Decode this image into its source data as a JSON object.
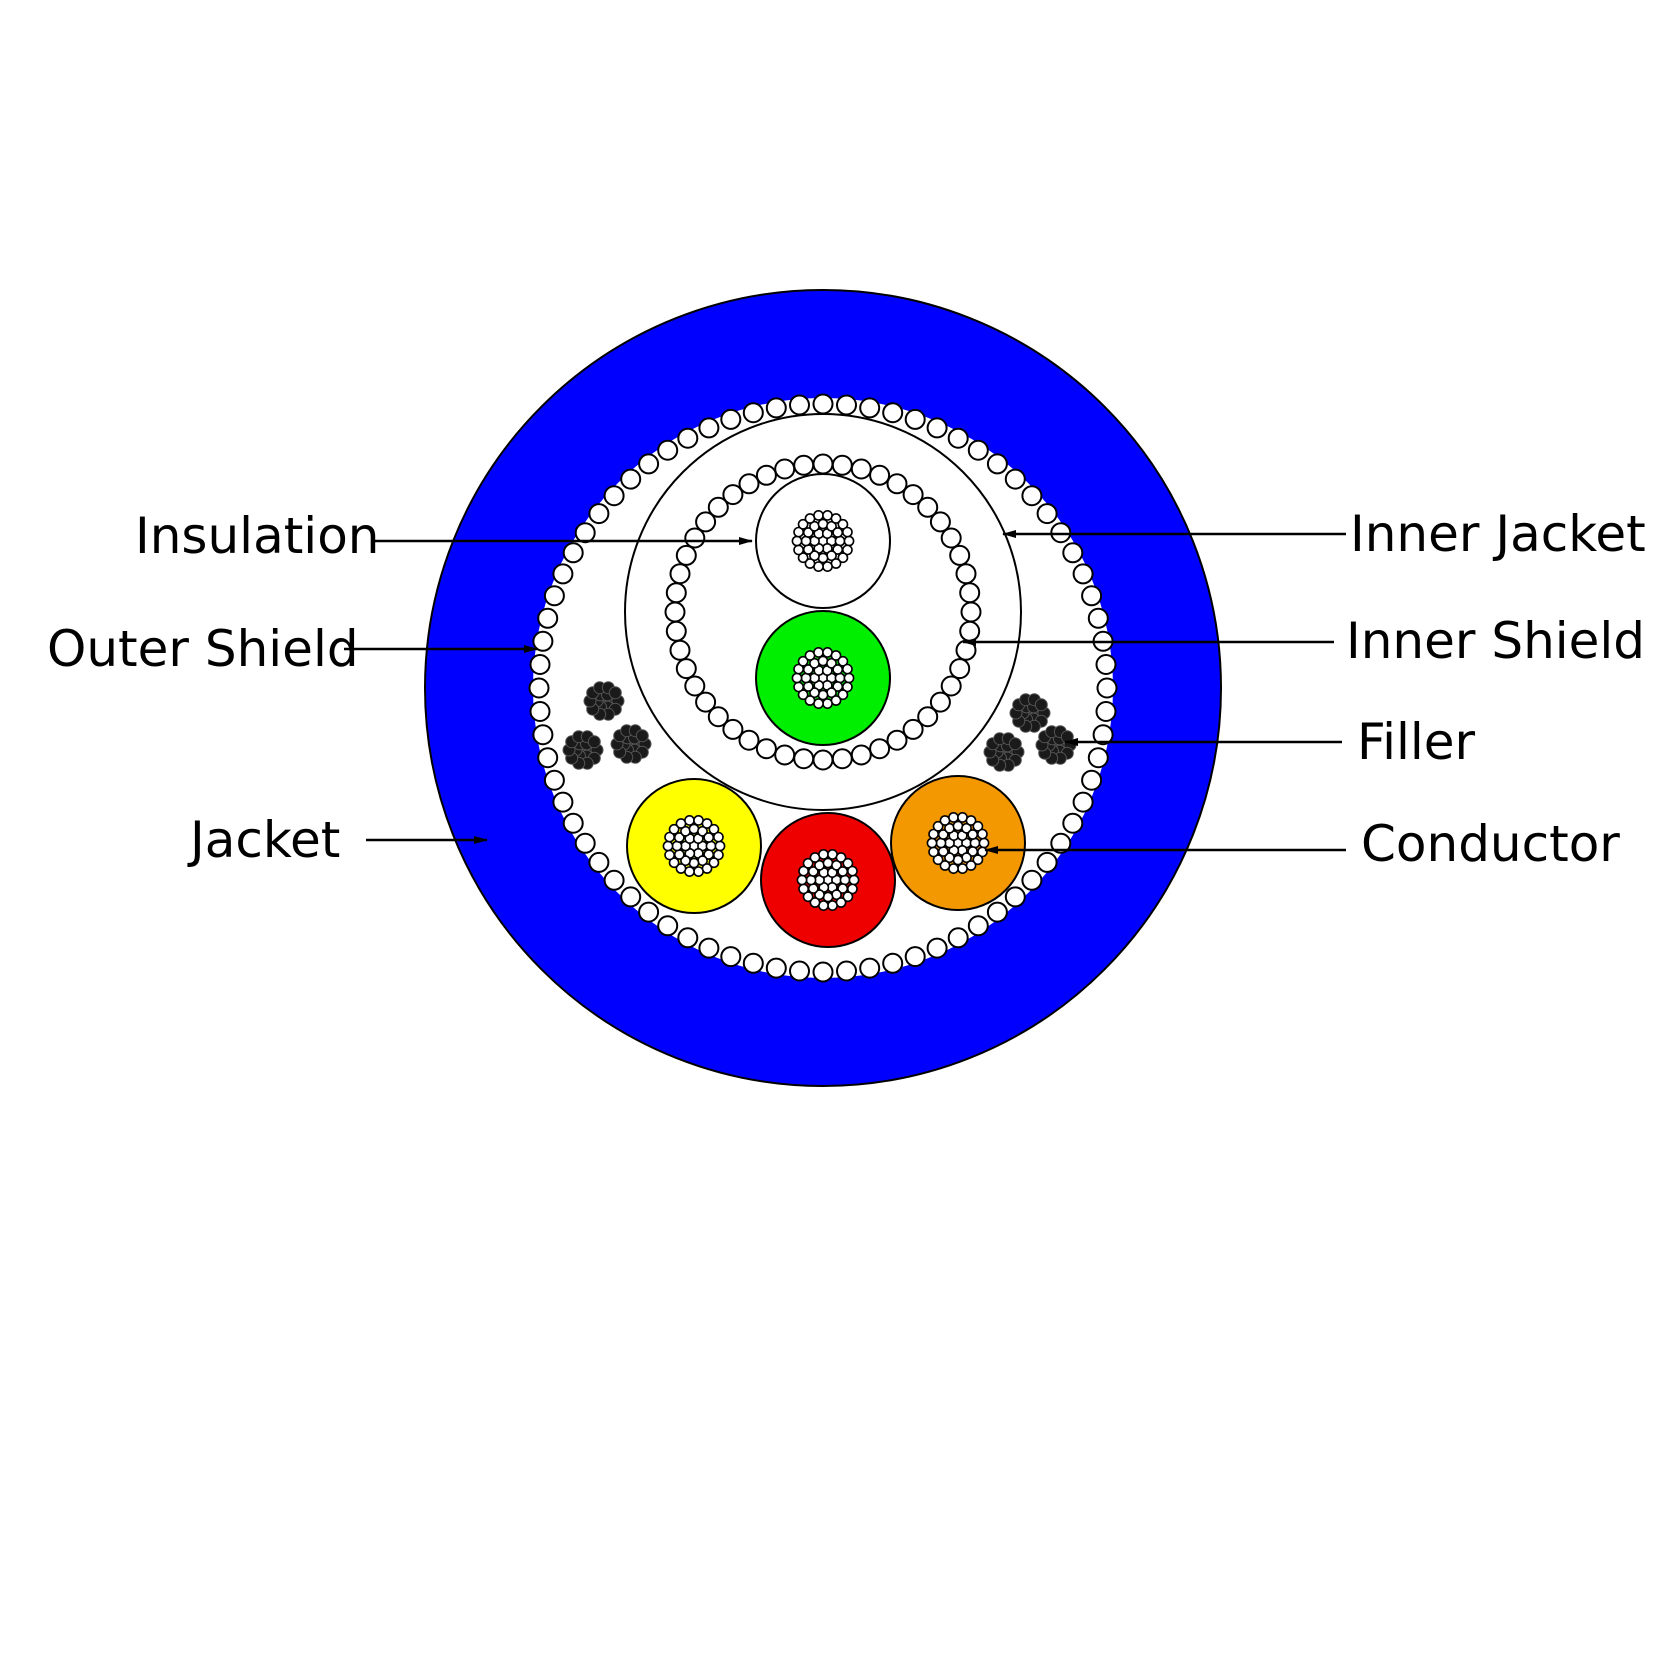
{
  "labels": {
    "insulation": "Insulation",
    "outer_shield": "Outer Shield",
    "jacket": "Jacket",
    "inner_jacket": "Inner Jacket",
    "inner_shield": "Inner Shield",
    "filler": "Filler",
    "conductor": "Conductor"
  },
  "colors": {
    "jacket": "#0000ff",
    "background": "#ffffff",
    "core_green": "#00ee00",
    "core_yellow": "#ffff00",
    "core_red": "#ee0000",
    "core_orange": "#f39800",
    "filler": "#1a1a1a",
    "line": "#000000"
  },
  "components": [
    {
      "name": "Insulation",
      "color": "#ffffff"
    },
    {
      "name": "Conductor",
      "color": "#ffffff"
    },
    {
      "name": "Inner Shield"
    },
    {
      "name": "Inner Jacket",
      "color": "#ffffff"
    },
    {
      "name": "Filler",
      "color": "#1a1a1a"
    },
    {
      "name": "Outer Shield"
    },
    {
      "name": "Jacket",
      "color": "#0000ff"
    }
  ]
}
